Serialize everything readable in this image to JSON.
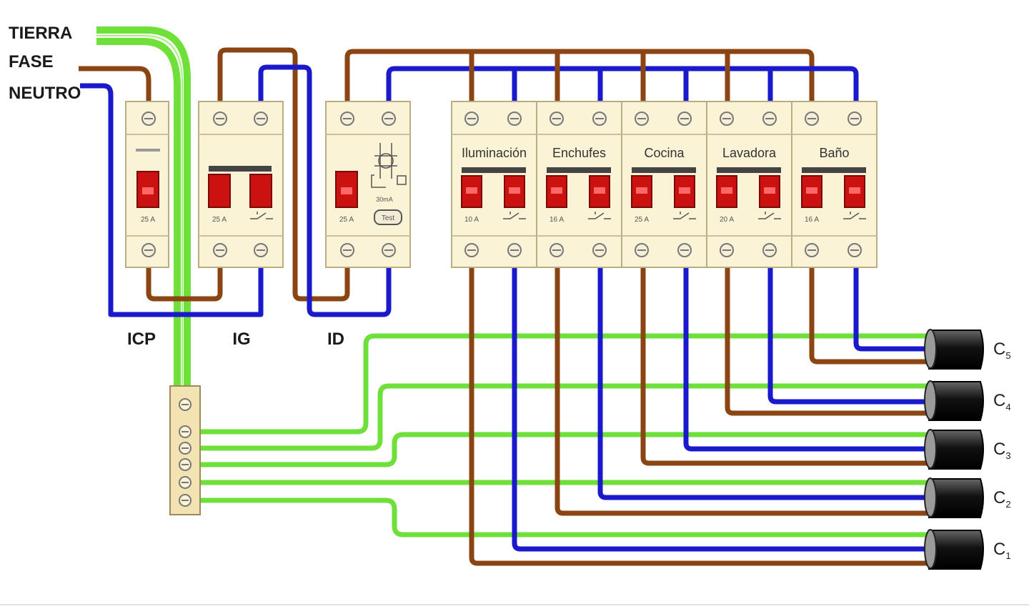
{
  "colors": {
    "fase": "#8B4513",
    "neutro": "#1a1acc",
    "tierra": "#6fe03a",
    "breaker_body": "#fbf3d5",
    "breaker_handle": "#cc1111"
  },
  "supply_labels": {
    "tierra": "TIERRA",
    "fase": "FASE",
    "neutro": "NEUTRO"
  },
  "devices": {
    "icp": {
      "label": "ICP",
      "rating": "25 A"
    },
    "ig": {
      "label": "IG",
      "rating": "25 A"
    },
    "id": {
      "label": "ID",
      "rating": "25 A",
      "sensitivity": "30mA",
      "test_label": "Test"
    }
  },
  "breakers": [
    {
      "name": "Iluminación",
      "rating": "10 A"
    },
    {
      "name": "Enchufes",
      "rating": "16 A"
    },
    {
      "name": "Cocina",
      "rating": "25 A"
    },
    {
      "name": "Lavadora",
      "rating": "20 A"
    },
    {
      "name": "Baño",
      "rating": "16 A"
    }
  ],
  "circuits": [
    {
      "label": "C",
      "sub": "5"
    },
    {
      "label": "C",
      "sub": "4"
    },
    {
      "label": "C",
      "sub": "3"
    },
    {
      "label": "C",
      "sub": "2"
    },
    {
      "label": "C",
      "sub": "1"
    }
  ]
}
